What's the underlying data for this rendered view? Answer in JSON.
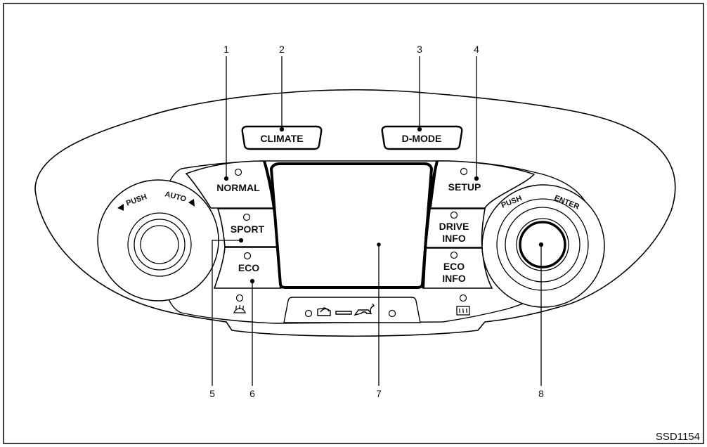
{
  "figure_code": "SSD1154",
  "top_buttons": {
    "climate": "CLIMATE",
    "d_mode": "D-MODE"
  },
  "left_buttons": {
    "normal": "NORMAL",
    "sport": "SPORT",
    "eco": "ECO"
  },
  "right_buttons": {
    "setup": "SETUP",
    "drive_info_1": "DRIVE",
    "drive_info_2": "INFO",
    "eco_info_1": "ECO",
    "eco_info_2": "INFO"
  },
  "left_knob": {
    "push": "PUSH",
    "auto": "AUTO"
  },
  "right_knob": {
    "push": "PUSH",
    "enter": "ENTER"
  },
  "icons": {
    "front_defrost": "front-defroster-icon",
    "rear_defrost": "rear-defroster-icon",
    "recirculation": "air-recirculation-icon"
  },
  "callouts": [
    "1",
    "2",
    "3",
    "4",
    "5",
    "6",
    "7",
    "8"
  ]
}
